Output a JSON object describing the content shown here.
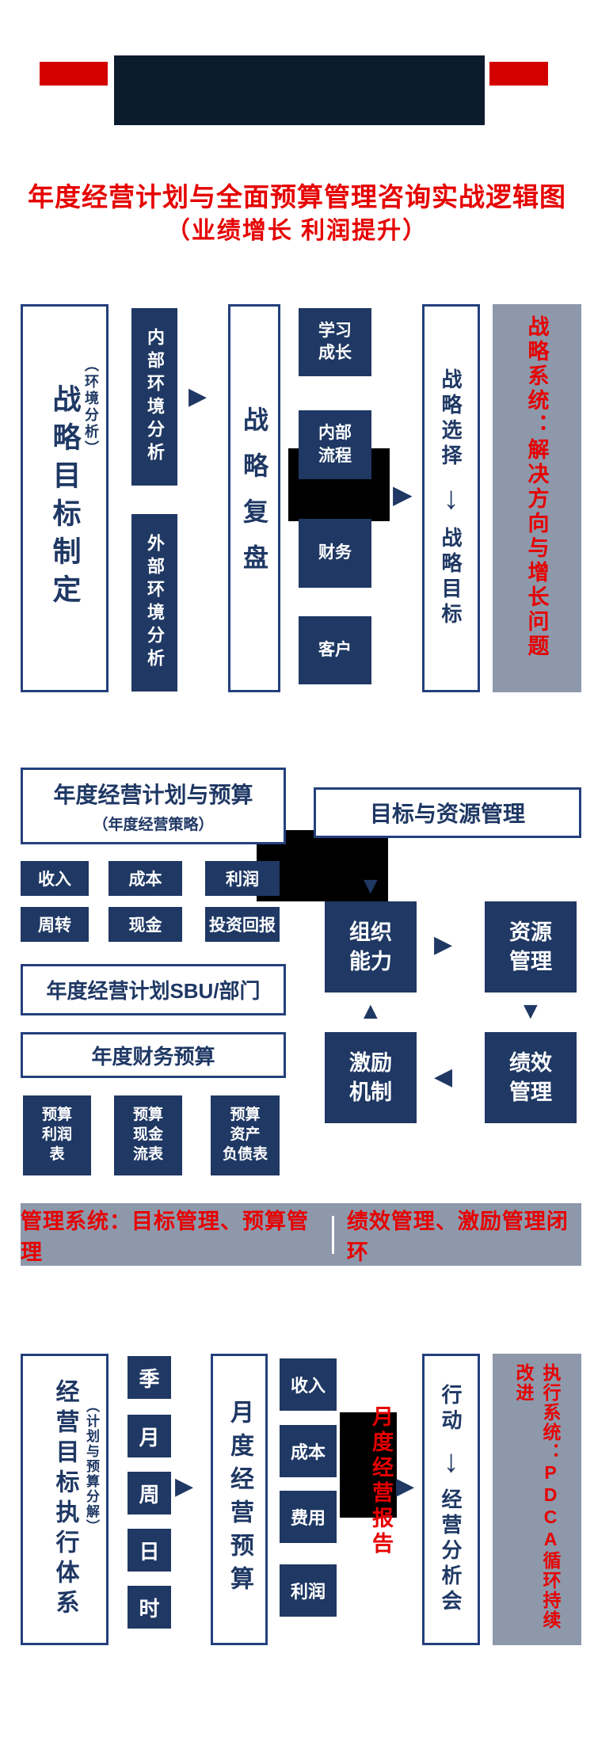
{
  "colors": {
    "navy": "#1f3864",
    "border_navy": "#24407c",
    "red": "#e60000",
    "block_red": "#d40000",
    "banner_navy": "#0d1b2e",
    "gray": "#8d98ab",
    "black": "#000000"
  },
  "icons": {
    "arrow_right": "▶",
    "arrow_down": "▼",
    "arrow_left": "◀",
    "arrow_up": "▲",
    "flow_down_arrow": "↓"
  },
  "header": {
    "title": "年度经营计划与全面预算管理咨询实战逻辑图",
    "subtitle": "（业绩增长  利润提升）"
  },
  "strategy": {
    "goal_box_title": "战略目标制定",
    "goal_box_note": "（环境分析）",
    "internal_env": "内部环境分析",
    "external_env": "外部环境分析",
    "review": "战略复盘",
    "bsc_learning": "学习\n成长",
    "bsc_process": "内部\n流程",
    "bsc_finance": "财务",
    "bsc_customer": "客户",
    "choice_top": "战略选择",
    "choice_bottom": "战略目标",
    "sidebar": "战略系统：解决方向与增长问题"
  },
  "annual": {
    "plan_title": "年度经营计划与预算",
    "plan_note": "（年度经营策略）",
    "resource_mgmt": "目标与资源管理",
    "metrics_row1": [
      "收入",
      "成本",
      "利润"
    ],
    "metrics_row2": [
      "周转",
      "现金",
      "投资回报"
    ],
    "sbu": "年度经营计划SBU/部门",
    "finance_budget": "年度财务预算",
    "statements": [
      "预算\n利润\n表",
      "预算\n现金\n流表",
      "预算\n资产\n负债表"
    ],
    "cycle_org": "组织\n能力",
    "cycle_resource": "资源\n管理",
    "cycle_incentive": "激励\n机制",
    "cycle_performance": "绩效\n管理"
  },
  "mid_banner": {
    "left": "管理系统：目标管理、预算管理",
    "right": "绩效管理、激励管理闭环"
  },
  "execution": {
    "exec_title": "经营目标执行体系",
    "exec_note": "（计划与预算分解）",
    "periods": [
      "季",
      "月",
      "周",
      "日",
      "时"
    ],
    "monthly_budget": "月度经营预算",
    "items": [
      "收入",
      "成本",
      "费用",
      "利润"
    ],
    "overlay": "月度经营报告",
    "action_top": "行动",
    "action_bottom": "经营分析会",
    "sidebar": "执行系统：PDCA循环持续改进"
  }
}
